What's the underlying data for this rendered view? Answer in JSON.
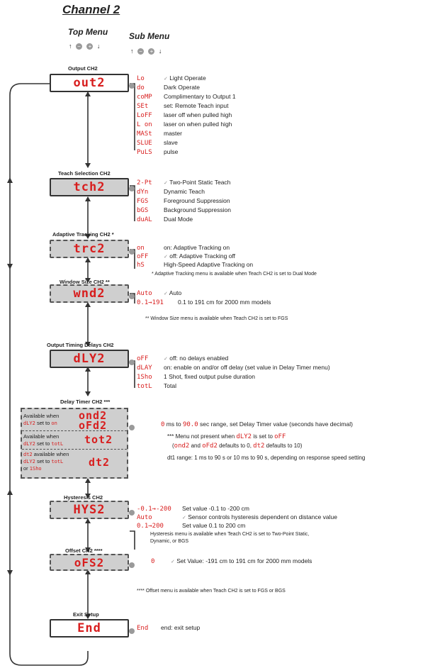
{
  "title": "Channel 2",
  "headers": {
    "top": "Top Menu",
    "sub": "Sub Menu"
  },
  "nav_symbols": {
    "up": "↑",
    "minus": "−",
    "plus": "+",
    "down": "↓"
  },
  "output": {
    "label": "Output CH2",
    "display": "out2",
    "options": [
      {
        "code": "Lo",
        "check": "✓",
        "text": "Light Operate"
      },
      {
        "code": "do",
        "check": "",
        "text": "Dark Operate"
      },
      {
        "code": "coMP",
        "check": "",
        "text": "Complimentary to Output 1"
      },
      {
        "code": "SEt",
        "check": "",
        "text": "set: Remote Teach input"
      },
      {
        "code": "LoFF",
        "check": "",
        "text": "laser off when pulled high"
      },
      {
        "code": "L on",
        "check": "",
        "text": "laser on when pulled high"
      },
      {
        "code": "MASt",
        "check": "",
        "text": "master"
      },
      {
        "code": "SLUE",
        "check": "",
        "text": "slave"
      },
      {
        "code": "PuLS",
        "check": "",
        "text": "pulse"
      }
    ]
  },
  "teach": {
    "label": "Teach Selection CH2",
    "display": "tch2",
    "options": [
      {
        "code": "2-Pt",
        "check": "✓",
        "text": "Two-Point Static Teach"
      },
      {
        "code": "dYn",
        "check": "",
        "text": "Dynamic Teach"
      },
      {
        "code": "FGS",
        "check": "",
        "text": "Foreground Suppression"
      },
      {
        "code": "bGS",
        "check": "",
        "text": "Background Suppression"
      },
      {
        "code": "duAL",
        "check": "",
        "text": "Dual Mode"
      }
    ]
  },
  "adaptive": {
    "label": "Adaptive Tracking CH2 *",
    "display": "trc2",
    "options": [
      {
        "code": "on",
        "check": "",
        "text": "on: Adaptive Tracking on"
      },
      {
        "code": "oFF",
        "check": "✓",
        "text": "off: Adaptive Tracking off"
      },
      {
        "code": "hS",
        "check": "",
        "text": "High-Speed Adaptive Tracking on"
      }
    ],
    "note": "* Adaptive Tracking menu is available when Teach CH2 is set to Dual Mode"
  },
  "window": {
    "label": "Window Size CH2 **",
    "display": "wnd2",
    "options": [
      {
        "code": "Auto",
        "check": "✓",
        "text": "Auto"
      },
      {
        "code": "0.1→191",
        "check": "",
        "text": "0.1 to 191 cm for 2000 mm models"
      }
    ],
    "note": "** Window Size menu is available when Teach CH2 is set to FGS"
  },
  "timing": {
    "label": "Output Timing Delays CH2",
    "display": "dLY2",
    "options": [
      {
        "code": "oFF",
        "check": "✓",
        "text": "off: no delays enabled"
      },
      {
        "code": "dLAY",
        "check": "",
        "text": "on: enable on and/or off delay (set value in Delay Timer menu)"
      },
      {
        "code": "1Sho",
        "check": "",
        "text": "1 Shot, fixed output pulse duration"
      },
      {
        "code": "totL",
        "check": "",
        "text": "Total"
      }
    ]
  },
  "delay": {
    "label": "Delay Timer CH2 ***",
    "avail1": {
      "l1": "Available when",
      "c1": "dLY2",
      "l2": "set to",
      "c2": "on",
      "d1": "ond2",
      "d2": "oFd2"
    },
    "avail2": {
      "l1": "Available when",
      "c1": "dLY2",
      "l2": "set to",
      "c2": "totL",
      "d1": "tot2"
    },
    "avail3": {
      "c0": "dt2",
      "l1": "available when",
      "c1": "dLY2",
      "l2": "set to",
      "c2": "totL",
      "l3": "or",
      "c3": "1Sho",
      "d1": "dt2"
    },
    "range_code_a": "0",
    "range_mid": "ms to",
    "range_code_b": "90.0",
    "range_text": "sec range, set Delay Timer value (seconds have decimal)",
    "note_a": "*** Menu not present when",
    "note_code_a": "dLY2",
    "note_b": "is set to",
    "note_code_b": "oFF",
    "note2_code_a": "ond2",
    "note2_b": "and",
    "note2_code_b": "oFd2",
    "note2_c": "defaults to 0,",
    "note2_code_c": "dt2",
    "note2_d": "defaults to 10)",
    "note3": "dt1 range: 1 ms to 90 s or 10 ms to 90 s, depending on response speed setting"
  },
  "hyst": {
    "label": "Hysteresis CH2",
    "display": "HYS2",
    "options": [
      {
        "code": "-0.1→-200",
        "check": "",
        "text": "Set value -0.1 to -200 cm"
      },
      {
        "code": "Auto",
        "check": "✓",
        "text": "Sensor controls hysteresis dependent on distance value"
      },
      {
        "code": "0.1→200",
        "check": "",
        "text": "Set value 0.1 to 200 cm"
      }
    ],
    "note1": "Hysteresis menu is available when Teach CH2 is set to Two-Point Static,",
    "note2": "Dynamic, or BGS"
  },
  "offset": {
    "label": "Offset CH2 ****",
    "display": "oFS2",
    "options": [
      {
        "code": "0",
        "check": "✓",
        "text": "Set Value:  -191 cm to 191 cm for 2000 mm models"
      }
    ],
    "note": "**** Offset menu is available when Teach CH2 is set to FGS or BGS"
  },
  "exit": {
    "label": "Exit Setup",
    "display": "End",
    "options": [
      {
        "code": "End",
        "check": "",
        "text": "end: exit setup"
      }
    ]
  }
}
